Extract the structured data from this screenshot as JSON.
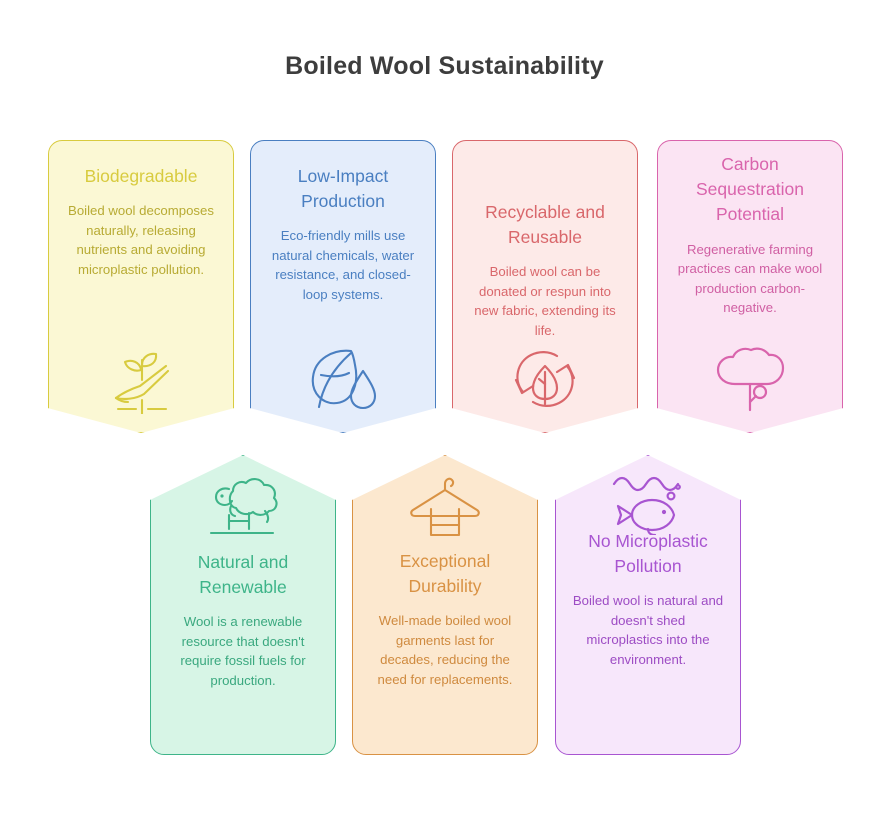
{
  "header": {
    "title": "Boiled Wool Sustainability"
  },
  "cards": [
    {
      "id": "biodegradable",
      "title": "Biodegradable",
      "description": "Boiled wool decomposes naturally, releasing nutrients and avoiding microplastic pollution.",
      "icon": "sprout-in-hand-icon",
      "direction": "down",
      "accent": "#d8cb3f",
      "background": "#fbf8d4",
      "text": "#b8ab34"
    },
    {
      "id": "low-impact-production",
      "title": "Low-Impact Production",
      "description": "Eco-friendly mills use natural chemicals, water resistance, and closed-loop systems.",
      "icon": "leaf-water-drop-icon",
      "direction": "down",
      "accent": "#4a7fc1",
      "background": "#e4edfb",
      "text": "#4a7fc1"
    },
    {
      "id": "recyclable-and-reusable",
      "title": "Recyclable and Reusable",
      "description": "Boiled wool can be donated or respun into new fabric, extending its life.",
      "icon": "recycle-leaf-icon",
      "direction": "down",
      "accent": "#d9676b",
      "background": "#fdeae8",
      "text": "#d9676b"
    },
    {
      "id": "carbon-sequestration-potential",
      "title": "Carbon Sequestration Potential",
      "description": "Regenerative farming practices can make wool production carbon-negative.",
      "icon": "tree-cloud-icon",
      "direction": "down",
      "accent": "#d964ac",
      "background": "#fbe4f3",
      "text": "#d05fa3"
    },
    {
      "id": "natural-and-renewable",
      "title": "Natural and Renewable",
      "description": "Wool is a renewable resource that doesn't require fossil fuels for production.",
      "icon": "sheep-icon",
      "direction": "up",
      "accent": "#3eb489",
      "background": "#d7f5e6",
      "text": "#3aa87f"
    },
    {
      "id": "exceptional-durability",
      "title": "Exceptional Durability",
      "description": "Well-made boiled wool garments last for decades, reducing the need for replacements.",
      "icon": "clothes-hanger-icon",
      "direction": "up",
      "accent": "#d99244",
      "background": "#fce8cf",
      "text": "#cf8a3f"
    },
    {
      "id": "no-microplastic-pollution",
      "title": "No Microplastic Pollution",
      "description": "Boiled wool is natural and doesn't shed microplastics into the environment.",
      "icon": "fish-water-icon",
      "direction": "up",
      "accent": "#a855d1",
      "background": "#f7e7fb",
      "text": "#9d4cc4"
    }
  ]
}
